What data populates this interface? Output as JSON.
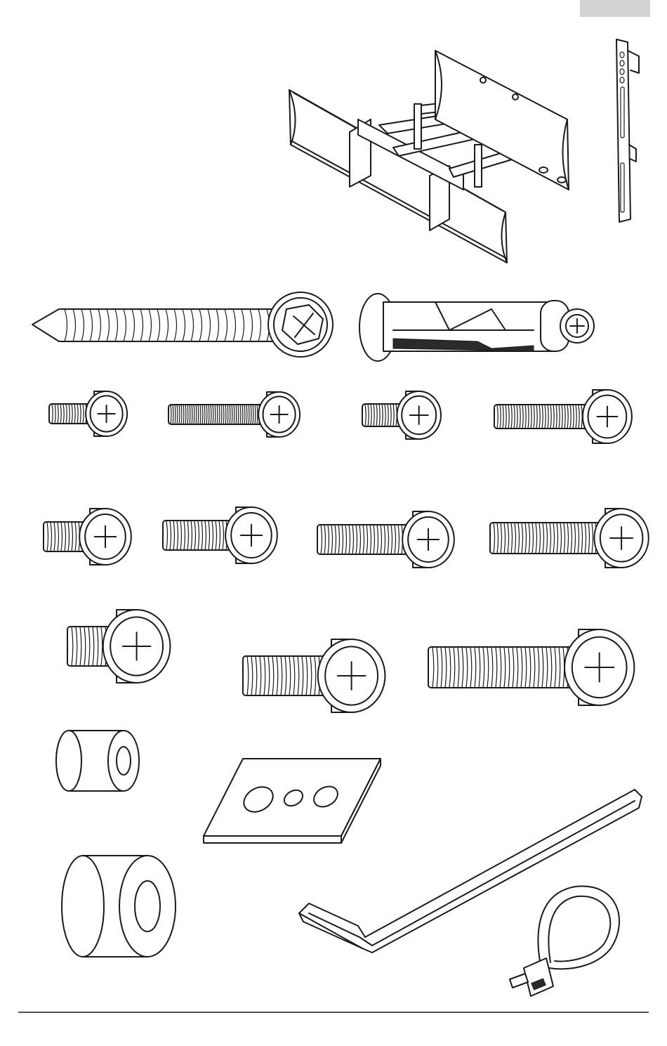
{
  "page": {
    "corner_tab_color": "#d2d2d2",
    "line_color": "#1a1a1a",
    "background": "#ffffff"
  },
  "parts": [
    {
      "icon": "wall-plate-swing-arm-mount"
    },
    {
      "icon": "tv-bracket-rail"
    },
    {
      "icon": "lag-bolt"
    },
    {
      "icon": "wall-anchor"
    },
    {
      "icon": "short-machine-screw"
    },
    {
      "icon": "long-machine-screw"
    },
    {
      "icon": "medium-machine-screws"
    },
    {
      "icon": "large-machine-screws"
    },
    {
      "icon": "spacer"
    },
    {
      "icon": "washer-plate"
    },
    {
      "icon": "hex-key"
    },
    {
      "icon": "cable-tie"
    }
  ]
}
